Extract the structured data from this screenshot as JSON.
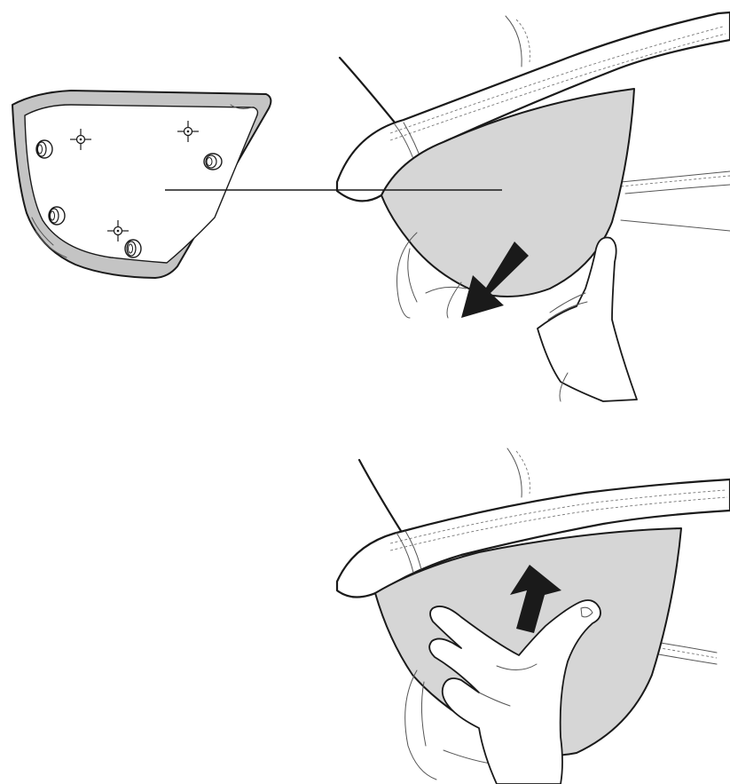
{
  "figure": {
    "panels": [
      {
        "name": "cover-removal",
        "arrow_direction": "down-left"
      },
      {
        "name": "cover-installation",
        "arrow_direction": "up"
      }
    ],
    "colors": {
      "cover_fill": "#d6d6d6",
      "trim_fill": "#c4c4c4",
      "line": "#1a1a1a",
      "background": "#ffffff"
    },
    "cover_detail": {
      "clip_count": 4,
      "locator_count": 3
    }
  }
}
